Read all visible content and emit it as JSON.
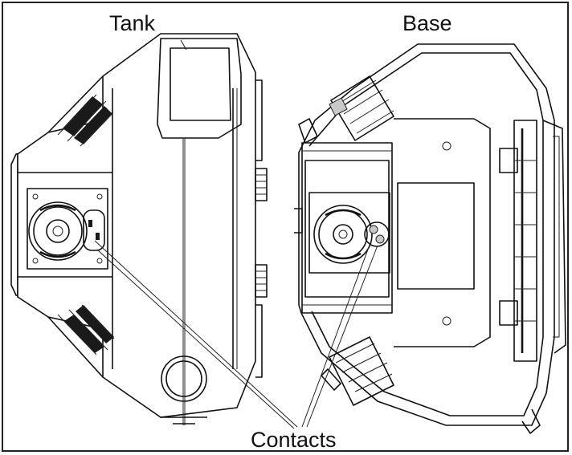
{
  "labels": {
    "tank": "Tank",
    "base": "Base",
    "contacts": "Contacts"
  },
  "colors": {
    "line": "#111111",
    "background": "#ffffff"
  }
}
